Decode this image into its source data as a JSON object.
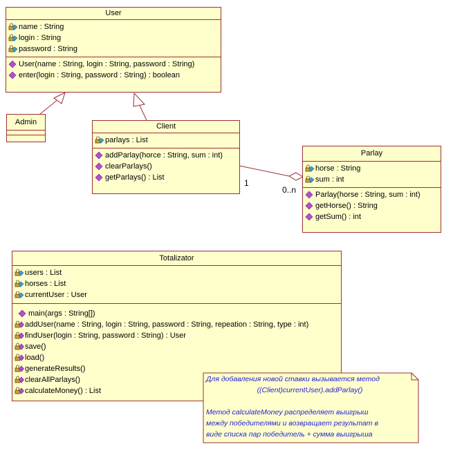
{
  "user": {
    "name": "User",
    "attributes": [
      "name : String",
      "login : String",
      "password : String"
    ],
    "operations": [
      "User(name : String, login : String, password : String)",
      "enter(login : String, password : String) : boolean"
    ]
  },
  "admin": {
    "name": "Admin"
  },
  "client": {
    "name": "Client",
    "attributes": [
      "parlays : List"
    ],
    "operations": [
      "addParlay(horce : String, sum : int)",
      "clearParlays()",
      "getParlays() : List"
    ]
  },
  "parlay": {
    "name": "Parlay",
    "attributes": [
      "horse : String",
      "sum : int"
    ],
    "operations": [
      "Parlay(horse : String, sum : int)",
      "getHorse() : String",
      "getSum() : int"
    ]
  },
  "totalizator": {
    "name": "Totalizator",
    "attributes": [
      "users : List",
      "horses : List",
      "currentUser : User"
    ],
    "operations": [
      "main(args : String[])",
      "addUser(name : String, login : String, password : String, repeation : String, type : int)",
      "findUser(login : String, password : String) : User",
      "save()",
      "load()",
      "generateResults()",
      "clearAllParlays()",
      "calculateMoney() : List"
    ]
  },
  "association": {
    "client_mult": "1",
    "parlay_mult": "0..n"
  },
  "note": {
    "line1": "Для добавления новой ставки вызывается метод",
    "line2": "((Client)currentUser).addParlay()",
    "line3": "Метод calculateMoney распределяет выигрыш",
    "line4": "между победителями и возвращает результат в",
    "line5": "виде списка пар победитель + сумма выигрыша"
  },
  "colors": {
    "box_fill": "#ffffcc",
    "box_border": "#9b2f36",
    "note_text": "#1e1ed6"
  }
}
